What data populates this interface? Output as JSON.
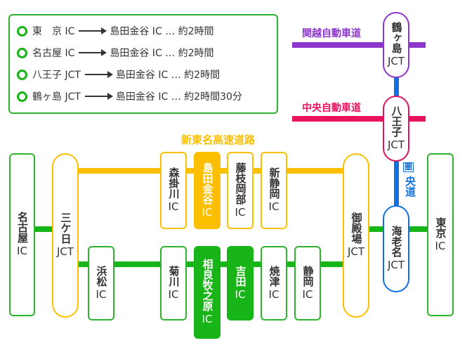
{
  "legend": {
    "rows": [
      {
        "from": "東　京 IC",
        "to": "島田金谷 IC",
        "time": "… 約2時間"
      },
      {
        "from": "名古屋 IC",
        "to": "島田金谷 IC",
        "time": "… 約2時間"
      },
      {
        "from": "八王子 JCT",
        "to": "島田金谷 IC",
        "time": "… 約2時間"
      },
      {
        "from": "鶴ヶ島 JCT",
        "to": "島田金谷 IC",
        "time": "… 約2時間30分"
      }
    ],
    "bullet_icon": "ring-bullet-icon",
    "arrow_icon": "long-arrow-right-icon"
  },
  "roads": {
    "kanetsu": {
      "label": "関越自動車道",
      "color": "#8e35cc"
    },
    "chuo": {
      "label": "中央自動車道",
      "color": "#e8125f"
    },
    "ken_o": {
      "label_top": "圏",
      "label": "央道",
      "color": "#1170e0"
    },
    "shin_tomei": {
      "label": "新東名高速道路",
      "color": "#fbbf00"
    },
    "tomei": {
      "color": "#17b517"
    }
  },
  "nodes": {
    "nagoya_ic": {
      "name": "名古屋",
      "type": "IC"
    },
    "mikkabi_jct": {
      "name": "三ケ日",
      "type": "JCT"
    },
    "hamamatsu_ic": {
      "name": "浜松",
      "type": "IC"
    },
    "morikakegawa_ic": {
      "name": "森掛川",
      "type": "IC"
    },
    "shimada_kanaya_ic": {
      "name": "島田金谷",
      "type": "IC"
    },
    "fujieda_okabe_ic": {
      "name": "藤枝岡部",
      "type": "IC"
    },
    "shin_shizuoka_ic": {
      "name": "新静岡",
      "type": "IC"
    },
    "kikugawa_ic": {
      "name": "菊川",
      "type": "IC"
    },
    "sagara_makinohara_ic": {
      "name": "相良牧之原",
      "type": "IC"
    },
    "yoshida_ic": {
      "name": "吉田",
      "type": "IC"
    },
    "yaizu_ic": {
      "name": "焼津",
      "type": "IC"
    },
    "shizuoka_ic": {
      "name": "静岡",
      "type": "IC"
    },
    "gotemba_jct": {
      "name": "御殿場",
      "type": "JCT"
    },
    "ebina_jct": {
      "name": "海老名",
      "type": "JCT"
    },
    "tokyo_ic": {
      "name": "東京",
      "type": "IC"
    },
    "tsurugashima_jct": {
      "name": "鶴ヶ島",
      "type": "JCT"
    },
    "hachioji_jct": {
      "name": "八王子",
      "type": "JCT"
    }
  }
}
